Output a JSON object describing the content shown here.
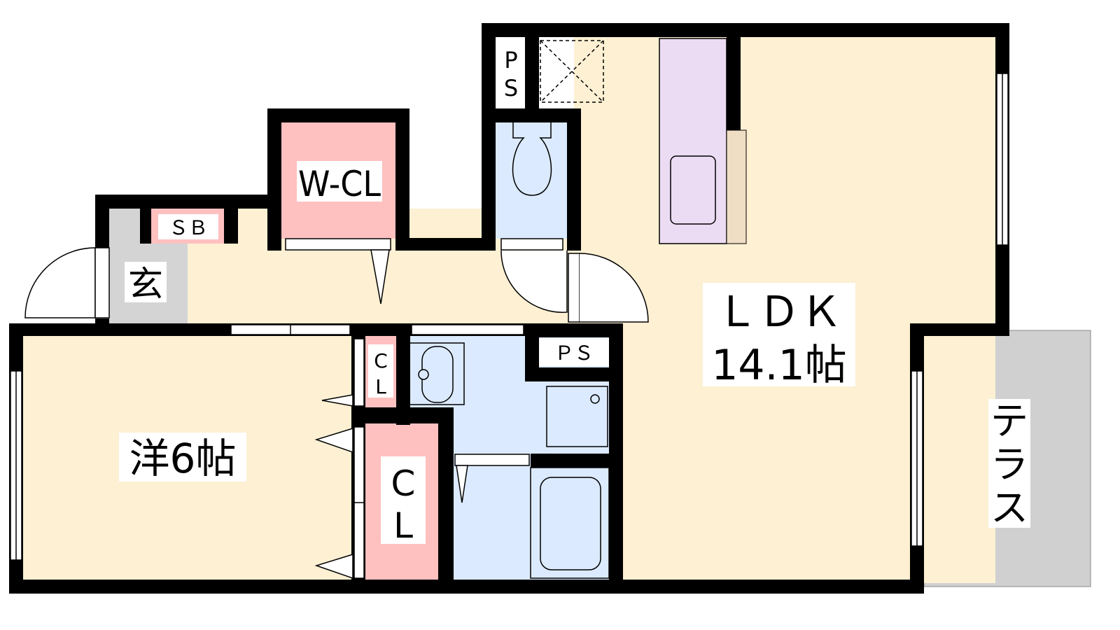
{
  "rooms": {
    "wcl": "W-CL",
    "sb": "ＳＢ",
    "genkan": "玄",
    "ps_top": [
      "P",
      "S"
    ],
    "ps_bath": "ＰＳ",
    "cl_small": [
      "C",
      "L"
    ],
    "cl_large": [
      "C",
      "L"
    ],
    "western": "洋6帖",
    "ldk": "ＬＤＫ",
    "ldk_size": "14.1帖",
    "terrace": [
      "テ",
      "ラ",
      "ス"
    ]
  },
  "colors": {
    "floor": "#fdf0d3",
    "closet": "#ffc0c0",
    "wet": "#dbeafe",
    "kitchen": "#ecdcf3",
    "entrance": "#d4d4d4",
    "terrace": "#d0d0d0",
    "wall": "#000000"
  }
}
